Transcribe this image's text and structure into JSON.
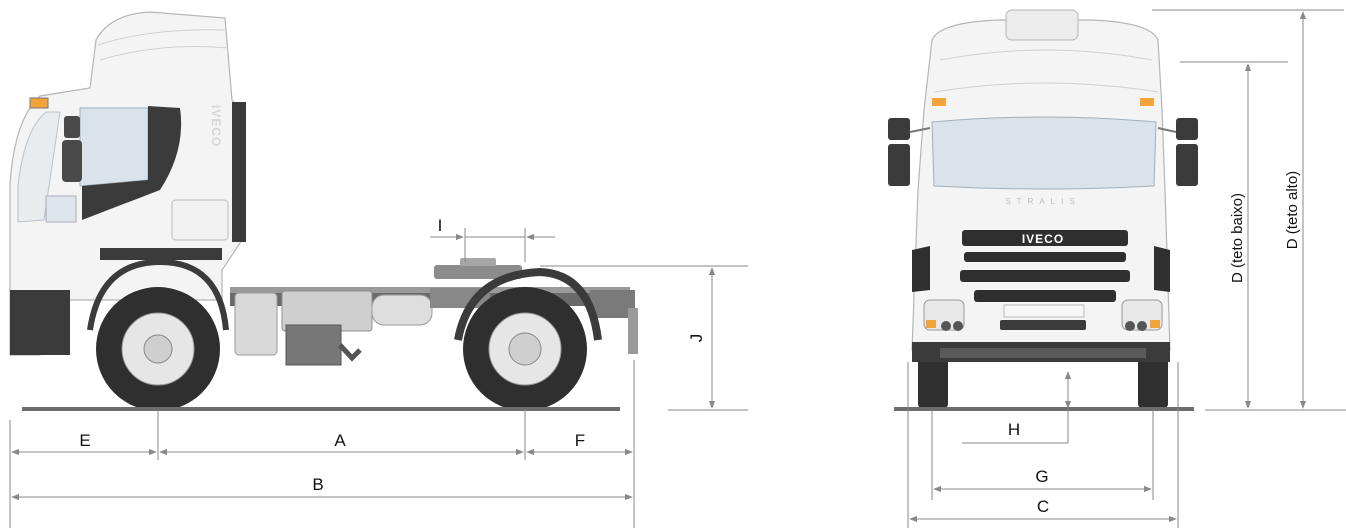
{
  "brand": "IVECO",
  "model": "STRALIS",
  "labels": {
    "A": "A",
    "B": "B",
    "C": "C",
    "D_low": "D (teto baixo)",
    "D_high": "D (teto alto)",
    "E": "E",
    "F": "F",
    "G": "G",
    "H": "H",
    "I": "I",
    "J": "J"
  },
  "colors": {
    "cab": "#f4f4f4",
    "outline": "#b5b5b5",
    "dark": "#3b3b3b",
    "tire": "#2f2f2f",
    "glass": "#dbe3ea",
    "lamp": "#f2a33a",
    "ground": "#6d6d6d",
    "dimension": "#888888"
  }
}
